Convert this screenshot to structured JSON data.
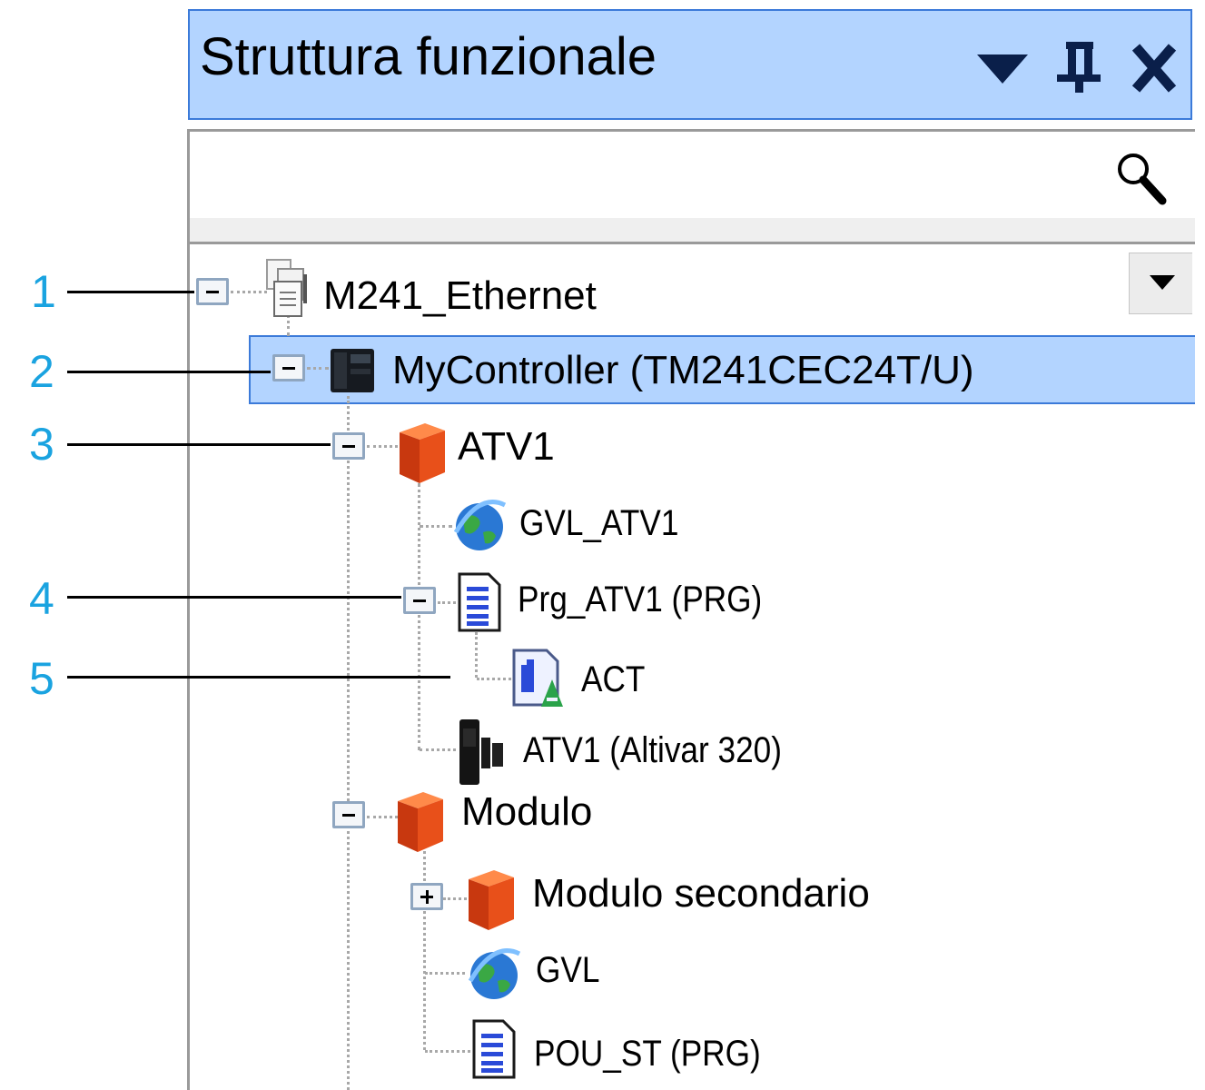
{
  "panel": {
    "title": "Struttura funzionale",
    "search": {
      "value": "",
      "placeholder": ""
    }
  },
  "tree": {
    "root": "M241_Ethernet",
    "controller": "MyController (TM241CEC24T/U)",
    "atv1": "ATV1",
    "gvl_atv1": "GVL_ATV1",
    "prg_atv1": "Prg_ATV1 (PRG)",
    "act": "ACT",
    "atv1_device": "ATV1 (Altivar 320)",
    "modulo": "Modulo",
    "modulo_secondario": "Modulo secondario",
    "gvl": "GVL",
    "pou_st": "POU_ST (PRG)"
  },
  "callouts": [
    "1",
    "2",
    "3",
    "4",
    "5"
  ],
  "colors": {
    "title_bg": "#b3d4ff",
    "title_border": "#3b7ad9",
    "selection": "#b3d4ff",
    "callout_text": "#1aa3e0",
    "folder_orange": "#e8501a"
  },
  "icons": {
    "menu": "chevron-down-icon",
    "pin": "pin-icon",
    "close": "close-icon",
    "search": "search-icon",
    "dropdown": "chevron-down-icon",
    "project": "project-icon",
    "controller": "controller-icon",
    "folder": "folder-cube-icon",
    "gvl": "globe-icon",
    "pou": "document-icon",
    "action": "action-icon",
    "drive": "drive-icon"
  },
  "selected_node": "controller"
}
